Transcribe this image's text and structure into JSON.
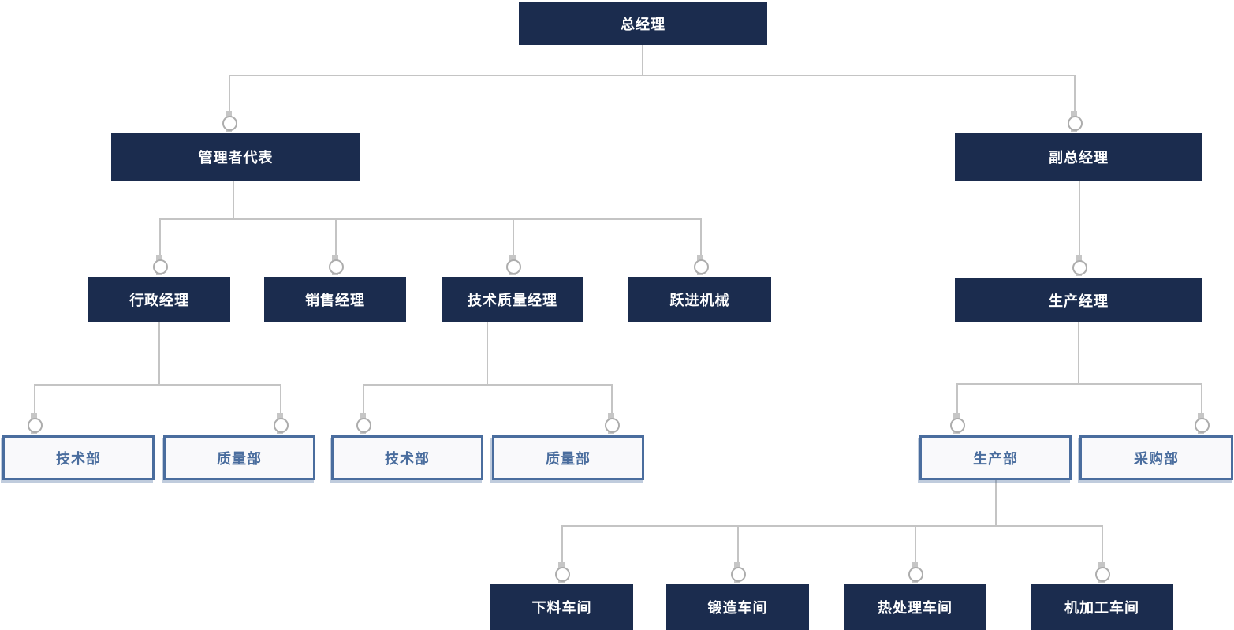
{
  "colors": {
    "dark_node_bg": "#1b2c4e",
    "dark_node_text": "#ffffff",
    "light_node_bg": "#f9f9fb",
    "light_node_border": "#4a6d9e",
    "light_node_text": "#4a6d9e",
    "connector": "#c4c4c4"
  },
  "tree": {
    "label": "总经理",
    "children": [
      {
        "label": "管理者代表",
        "children": [
          {
            "label": "行政经理",
            "children": [
              {
                "label": "技术部"
              },
              {
                "label": "质量部"
              }
            ]
          },
          {
            "label": "销售经理"
          },
          {
            "label": "技术质量经理",
            "children": [
              {
                "label": "技术部"
              },
              {
                "label": "质量部"
              }
            ]
          },
          {
            "label": "跃进机械"
          }
        ]
      },
      {
        "label": "副总经理",
        "children": [
          {
            "label": "生产经理",
            "children": [
              {
                "label": "生产部",
                "children": [
                  {
                    "label": "下料车间"
                  },
                  {
                    "label": "锻造车间"
                  },
                  {
                    "label": "热处理车间"
                  },
                  {
                    "label": "机加工车间"
                  }
                ]
              },
              {
                "label": "采购部"
              }
            ]
          }
        ]
      }
    ]
  }
}
